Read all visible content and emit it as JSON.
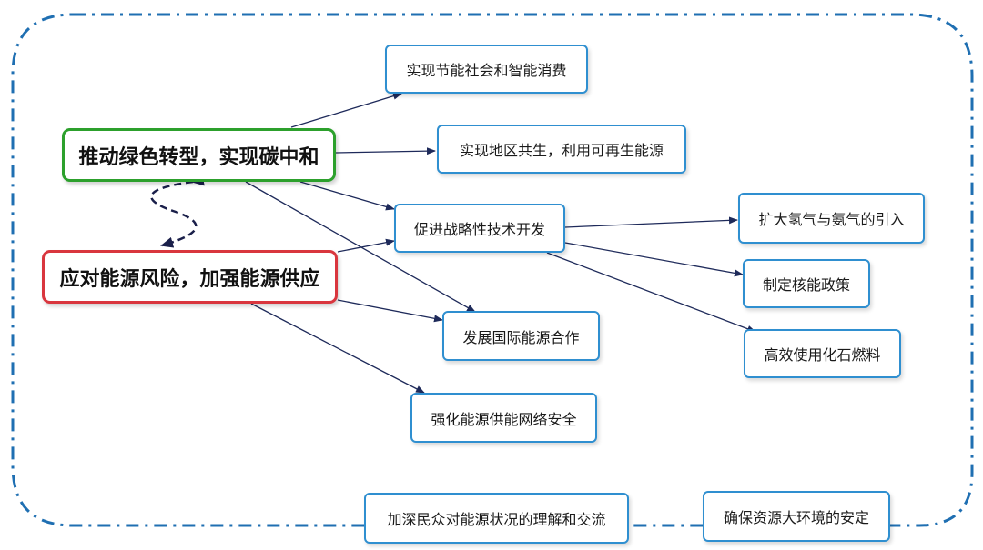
{
  "colors": {
    "frame": "#1f6fb2",
    "main_green": "#2ca02c",
    "main_red": "#d9363e",
    "sub_border": "#2f8fd0",
    "arrow": "#1e2a5a",
    "link_dashed": "#1a1f4a"
  },
  "nodes": {
    "green_transition": "推动绿色转型，实现碳中和",
    "energy_risk": "应对能源风险，加强能源供应",
    "energy_saving_society": "实现节能社会和智能消费",
    "regional_symbiosis": "实现地区共生，利用可再生能源",
    "strategic_tech": "促进战略性技术开发",
    "hydrogen_ammonia": "扩大氢气与氨气的引入",
    "nuclear_policy": "制定核能政策",
    "fossil_fuel_use": "高效使用化石燃料",
    "intl_cooperation": "发展国际能源合作",
    "network_security": "强化能源供能网络安全",
    "public_communication": "加深民众对能源状况的理解和交流",
    "resource_stability": "确保资源大环境的安定"
  },
  "edges": [
    {
      "from": "green_transition",
      "to": "energy_saving_society"
    },
    {
      "from": "green_transition",
      "to": "regional_symbiosis"
    },
    {
      "from": "green_transition",
      "to": "strategic_tech"
    },
    {
      "from": "green_transition",
      "to": "intl_cooperation"
    },
    {
      "from": "energy_risk",
      "to": "strategic_tech"
    },
    {
      "from": "energy_risk",
      "to": "intl_cooperation"
    },
    {
      "from": "energy_risk",
      "to": "network_security"
    },
    {
      "from": "strategic_tech",
      "to": "hydrogen_ammonia"
    },
    {
      "from": "strategic_tech",
      "to": "nuclear_policy"
    },
    {
      "from": "strategic_tech",
      "to": "fossil_fuel_use"
    }
  ],
  "bidirectional_link": {
    "from": "green_transition",
    "to": "energy_risk"
  }
}
